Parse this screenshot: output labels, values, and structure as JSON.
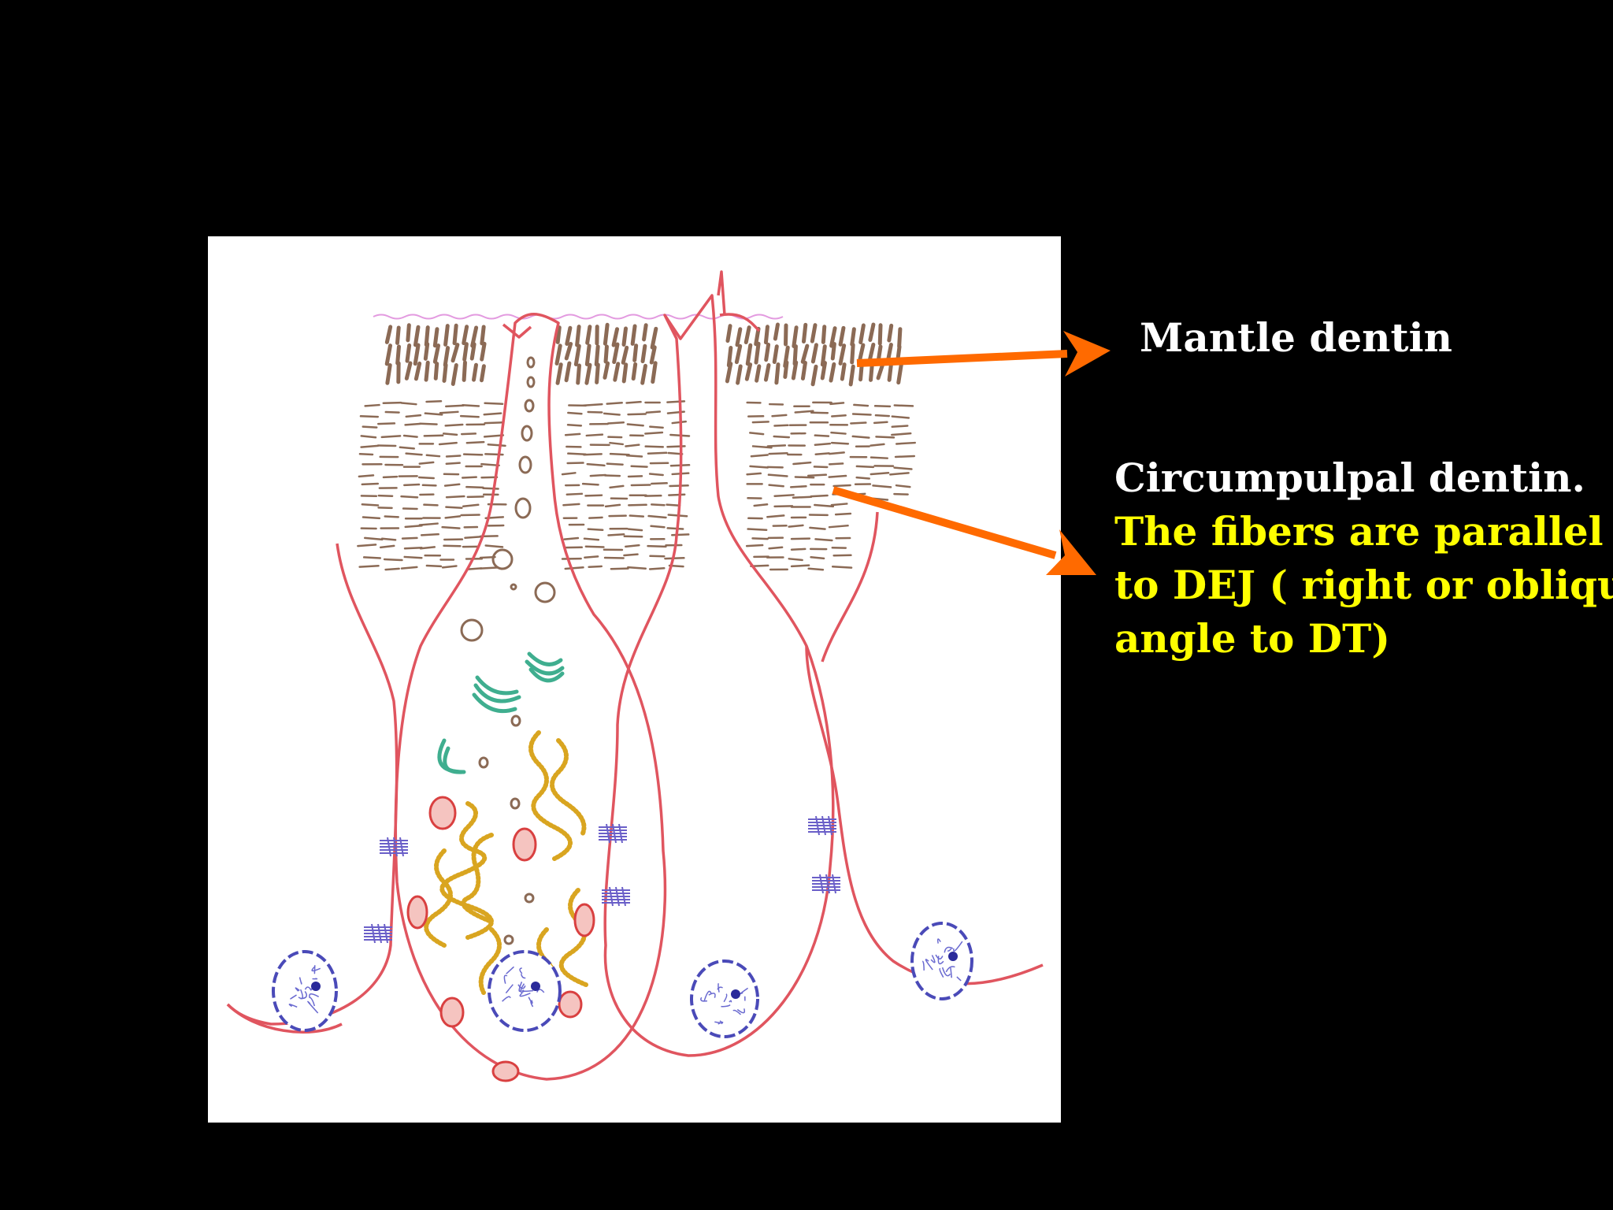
{
  "labels": {
    "mantle_dentin": "Mantle dentin",
    "circumpulpal_dentin": "Circumpulpal dentin.",
    "note_lines": [
      "The fibers are parallel",
      "to DEJ ( right or oblique",
      "angle to DT)"
    ]
  },
  "colors": {
    "background": "#000000",
    "panel": "#ffffff",
    "heading_text": "#ffffff",
    "note_text": "#ffff00",
    "arrow": "#ff6a00",
    "cell_outline": "#e0555f",
    "fibers": "#8b6a55",
    "nucleus": "#4a4ab8",
    "golgi": "#3fae8f",
    "rer": "#d9a520",
    "mitochondria": "#d94040"
  },
  "icons": {
    "arrow_mantle": "arrow-right-icon",
    "arrow_circum": "arrow-down-right-icon"
  }
}
